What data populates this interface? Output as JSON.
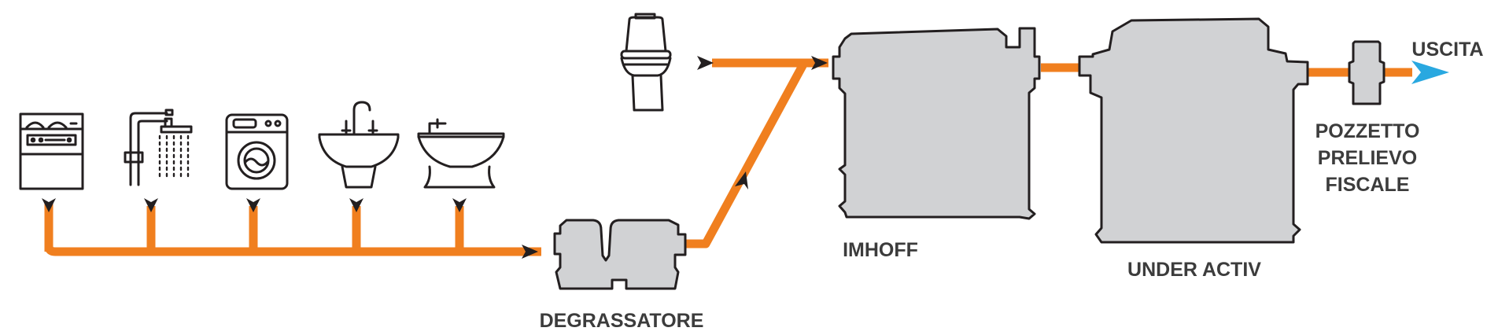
{
  "labels": {
    "degrassatore": "DEGRASSATORE",
    "imhoff": "IMHOFF",
    "under_activ": "UNDER ACTIV",
    "pozzetto_line1": "POZZETTO",
    "pozzetto_line2": "PRELIEVO",
    "pozzetto_line3": "FISCALE",
    "uscita": "USCITA"
  },
  "icons": [
    "dishwasher-icon",
    "shower-icon",
    "washing-machine-icon",
    "sink-icon",
    "bidet-icon",
    "toilet-icon"
  ],
  "colors": {
    "pipe": "#f07f1f",
    "tank_fill": "#d1d2d4",
    "outline": "#231f20",
    "outlet_arrow": "#29a8e0",
    "label": "#3c3c3c"
  }
}
